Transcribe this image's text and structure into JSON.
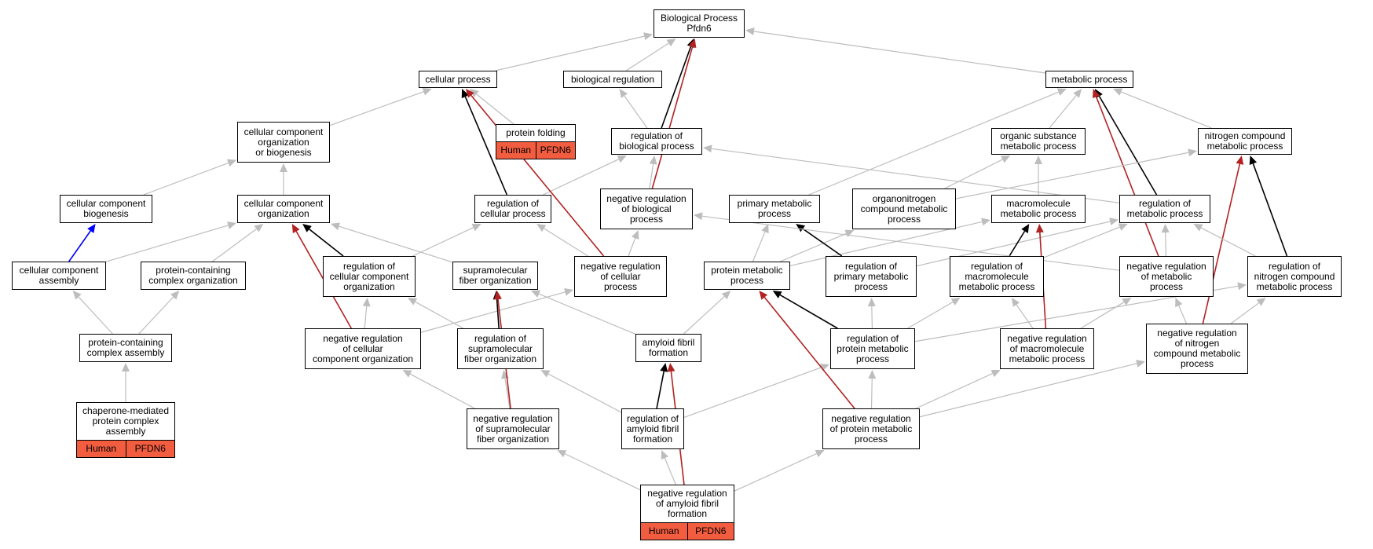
{
  "nodes": [
    {
      "id": "bp",
      "label": "Biological Process\nPfdn6"
    },
    {
      "id": "cp",
      "label": "cellular process"
    },
    {
      "id": "br",
      "label": "biological regulation"
    },
    {
      "id": "mp",
      "label": "metabolic process"
    },
    {
      "id": "ccob",
      "label": "cellular component\norganization\nor biogenesis"
    },
    {
      "id": "pf",
      "label": "protein folding",
      "tags": [
        "Human",
        "PFDN6"
      ]
    },
    {
      "id": "rbp",
      "label": "regulation of\nbiological process"
    },
    {
      "id": "osmp",
      "label": "organic substance\nmetabolic process"
    },
    {
      "id": "ncmp",
      "label": "nitrogen compound\nmetabolic process"
    },
    {
      "id": "ccb",
      "label": "cellular component\nbiogenesis"
    },
    {
      "id": "cco",
      "label": "cellular component\norganization"
    },
    {
      "id": "rcp",
      "label": "regulation of\ncellular process"
    },
    {
      "id": "nrbp",
      "label": "negative regulation\nof biological\nprocess"
    },
    {
      "id": "pmp",
      "label": "primary metabolic\nprocess"
    },
    {
      "id": "ocmp",
      "label": "organonitrogen\ncompound metabolic\nprocess"
    },
    {
      "id": "mmp",
      "label": "macromolecule\nmetabolic process"
    },
    {
      "id": "rmp",
      "label": "regulation of\nmetabolic process"
    },
    {
      "id": "cca",
      "label": "cellular component\nassembly"
    },
    {
      "id": "pcco",
      "label": "protein-containing\ncomplex organization"
    },
    {
      "id": "rcco",
      "label": "regulation of\ncellular component\norganization"
    },
    {
      "id": "sfo",
      "label": "supramolecular\nfiber organization"
    },
    {
      "id": "nrcp",
      "label": "negative regulation\nof cellular\nprocess"
    },
    {
      "id": "prmp",
      "label": "protein metabolic\nprocess"
    },
    {
      "id": "rpmp",
      "label": "regulation of\nprimary metabolic\nprocess"
    },
    {
      "id": "rmmp",
      "label": "regulation of\nmacromolecule\nmetabolic process"
    },
    {
      "id": "nrmp",
      "label": "negative regulation\nof metabolic\nprocess"
    },
    {
      "id": "rncmp",
      "label": "regulation of\nnitrogen compound\nmetabolic process"
    },
    {
      "id": "pcca",
      "label": "protein-containing\ncomplex assembly"
    },
    {
      "id": "nrcco",
      "label": "negative regulation\nof cellular\ncomponent organization"
    },
    {
      "id": "rsfo",
      "label": "regulation of\nsupramolecular\nfiber organization"
    },
    {
      "id": "aff",
      "label": "amyloid fibril\nformation"
    },
    {
      "id": "rprmp",
      "label": "regulation of\nprotein metabolic\nprocess"
    },
    {
      "id": "nrmmp",
      "label": "negative regulation\nof macromolecule\nmetabolic process"
    },
    {
      "id": "nrncmp",
      "label": "negative regulation\nof nitrogen\ncompound metabolic\nprocess"
    },
    {
      "id": "cmpca",
      "label": "chaperone-mediated\nprotein complex\nassembly",
      "tags": [
        "Human",
        "PFDN6"
      ]
    },
    {
      "id": "nrsfo",
      "label": "negative regulation\nof supramolecular\nfiber organization"
    },
    {
      "id": "raff",
      "label": "regulation of\namyloid fibril\nformation"
    },
    {
      "id": "nrprmp",
      "label": "negative regulation\nof protein metabolic\nprocess"
    },
    {
      "id": "nraff",
      "label": "negative regulation\nof amyloid fibril\nformation",
      "tags": [
        "Human",
        "PFDN6"
      ]
    }
  ],
  "edge_colors": {
    "is_a": "#bdbdbd",
    "regulates": "#000000",
    "negatively_regulates": "#b22222",
    "part_of": "#0000ff"
  },
  "edges": [
    {
      "from": "cp",
      "to": "bp",
      "type": "is_a"
    },
    {
      "from": "br",
      "to": "bp",
      "type": "is_a"
    },
    {
      "from": "mp",
      "to": "bp",
      "type": "is_a"
    },
    {
      "from": "ccob",
      "to": "cp",
      "type": "is_a"
    },
    {
      "from": "pf",
      "to": "cp",
      "type": "is_a"
    },
    {
      "from": "rbp",
      "to": "br",
      "type": "is_a"
    },
    {
      "from": "rbp",
      "to": "bp",
      "type": "regulates"
    },
    {
      "from": "nrbp",
      "to": "bp",
      "type": "negatively_regulates"
    },
    {
      "from": "osmp",
      "to": "mp",
      "type": "is_a"
    },
    {
      "from": "ncmp",
      "to": "mp",
      "type": "is_a"
    },
    {
      "from": "pmp",
      "to": "mp",
      "type": "is_a"
    },
    {
      "from": "rmp",
      "to": "mp",
      "type": "regulates"
    },
    {
      "from": "nrmp",
      "to": "mp",
      "type": "negatively_regulates"
    },
    {
      "from": "ccb",
      "to": "ccob",
      "type": "is_a"
    },
    {
      "from": "cco",
      "to": "ccob",
      "type": "is_a"
    },
    {
      "from": "rcp",
      "to": "rbp",
      "type": "is_a"
    },
    {
      "from": "rcp",
      "to": "cp",
      "type": "regulates"
    },
    {
      "from": "nrcp",
      "to": "cp",
      "type": "negatively_regulates"
    },
    {
      "from": "nrbp",
      "to": "rbp",
      "type": "is_a"
    },
    {
      "from": "rmp",
      "to": "rbp",
      "type": "is_a"
    },
    {
      "from": "ocmp",
      "to": "osmp",
      "type": "is_a"
    },
    {
      "from": "ocmp",
      "to": "ncmp",
      "type": "is_a"
    },
    {
      "from": "mmp",
      "to": "osmp",
      "type": "is_a"
    },
    {
      "from": "rncmp",
      "to": "ncmp",
      "type": "regulates"
    },
    {
      "from": "nrncmp",
      "to": "ncmp",
      "type": "negatively_regulates"
    },
    {
      "from": "cca",
      "to": "ccb",
      "type": "part_of"
    },
    {
      "from": "cca",
      "to": "cco",
      "type": "is_a"
    },
    {
      "from": "pcco",
      "to": "cco",
      "type": "is_a"
    },
    {
      "from": "rcco",
      "to": "cco",
      "type": "regulates"
    },
    {
      "from": "rcco",
      "to": "rcp",
      "type": "is_a"
    },
    {
      "from": "sfo",
      "to": "cco",
      "type": "is_a"
    },
    {
      "from": "nrcco",
      "to": "cco",
      "type": "negatively_regulates"
    },
    {
      "from": "nrcp",
      "to": "rcp",
      "type": "is_a"
    },
    {
      "from": "nrcp",
      "to": "nrbp",
      "type": "is_a"
    },
    {
      "from": "prmp",
      "to": "pmp",
      "type": "is_a"
    },
    {
      "from": "prmp",
      "to": "ocmp",
      "type": "is_a"
    },
    {
      "from": "prmp",
      "to": "mmp",
      "type": "is_a"
    },
    {
      "from": "rpmp",
      "to": "pmp",
      "type": "regulates"
    },
    {
      "from": "rpmp",
      "to": "rmp",
      "type": "is_a"
    },
    {
      "from": "rmmp",
      "to": "mmp",
      "type": "regulates"
    },
    {
      "from": "rmmp",
      "to": "rmp",
      "type": "is_a"
    },
    {
      "from": "nrmp",
      "to": "rmp",
      "type": "is_a"
    },
    {
      "from": "nrmp",
      "to": "nrbp",
      "type": "is_a"
    },
    {
      "from": "rncmp",
      "to": "rmp",
      "type": "is_a"
    },
    {
      "from": "pcca",
      "to": "cca",
      "type": "is_a"
    },
    {
      "from": "pcca",
      "to": "pcco",
      "type": "is_a"
    },
    {
      "from": "nrcco",
      "to": "rcco",
      "type": "is_a"
    },
    {
      "from": "nrcco",
      "to": "nrcp",
      "type": "is_a"
    },
    {
      "from": "rsfo",
      "to": "sfo",
      "type": "regulates"
    },
    {
      "from": "rsfo",
      "to": "rcco",
      "type": "is_a"
    },
    {
      "from": "aff",
      "to": "sfo",
      "type": "is_a"
    },
    {
      "from": "aff",
      "to": "prmp",
      "type": "is_a"
    },
    {
      "from": "rprmp",
      "to": "prmp",
      "type": "regulates"
    },
    {
      "from": "rprmp",
      "to": "rpmp",
      "type": "is_a"
    },
    {
      "from": "rprmp",
      "to": "rmmp",
      "type": "is_a"
    },
    {
      "from": "rprmp",
      "to": "rncmp",
      "type": "is_a"
    },
    {
      "from": "nrmmp",
      "to": "mmp",
      "type": "negatively_regulates"
    },
    {
      "from": "nrmmp",
      "to": "rmmp",
      "type": "is_a"
    },
    {
      "from": "nrmmp",
      "to": "nrmp",
      "type": "is_a"
    },
    {
      "from": "nrncmp",
      "to": "nrmp",
      "type": "is_a"
    },
    {
      "from": "nrncmp",
      "to": "rncmp",
      "type": "is_a"
    },
    {
      "from": "cmpca",
      "to": "pcca",
      "type": "is_a"
    },
    {
      "from": "nrsfo",
      "to": "nrcco",
      "type": "is_a"
    },
    {
      "from": "nrsfo",
      "to": "rsfo",
      "type": "is_a"
    },
    {
      "from": "nrsfo",
      "to": "sfo",
      "type": "negatively_regulates"
    },
    {
      "from": "raff",
      "to": "aff",
      "type": "regulates"
    },
    {
      "from": "raff",
      "to": "rsfo",
      "type": "is_a"
    },
    {
      "from": "raff",
      "to": "rprmp",
      "type": "is_a"
    },
    {
      "from": "nrprmp",
      "to": "prmp",
      "type": "negatively_regulates"
    },
    {
      "from": "nrprmp",
      "to": "rprmp",
      "type": "is_a"
    },
    {
      "from": "nrprmp",
      "to": "nrmmp",
      "type": "is_a"
    },
    {
      "from": "nrprmp",
      "to": "nrncmp",
      "type": "is_a"
    },
    {
      "from": "nraff",
      "to": "nrsfo",
      "type": "is_a"
    },
    {
      "from": "nraff",
      "to": "raff",
      "type": "is_a"
    },
    {
      "from": "nraff",
      "to": "aff",
      "type": "negatively_regulates"
    },
    {
      "from": "nraff",
      "to": "nrprmp",
      "type": "is_a"
    }
  ]
}
